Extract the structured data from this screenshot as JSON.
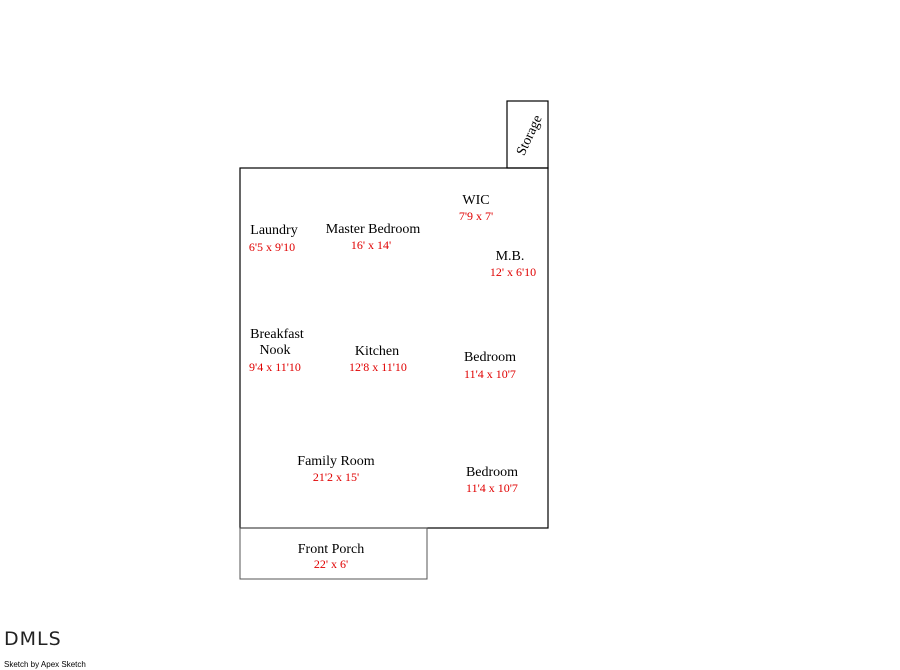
{
  "colors": {
    "wall": "#000000",
    "porch_wall": "#555555",
    "room_name": "#000000",
    "dimension": "#e00000"
  },
  "rooms": {
    "storage": {
      "name": "Storage"
    },
    "wic": {
      "name": "WIC",
      "dimensions": "7'9 x 7'"
    },
    "laundry": {
      "name": "Laundry",
      "dimensions": "6'5 x 9'10"
    },
    "master_bedroom": {
      "name": "Master Bedroom",
      "dimensions": "16' x 14'"
    },
    "master_bath": {
      "name": "M.B.",
      "dimensions": "12' x 6'10"
    },
    "breakfast_nook": {
      "name_line1": "Breakfast",
      "name_line2": "Nook",
      "dimensions": "9'4 x 11'10"
    },
    "kitchen": {
      "name": "Kitchen",
      "dimensions": "12'8 x 11'10"
    },
    "bedroom_2": {
      "name": "Bedroom",
      "dimensions": "11'4 x 10'7"
    },
    "family_room": {
      "name": "Family Room",
      "dimensions": "21'2 x 15'"
    },
    "bedroom_3": {
      "name": "Bedroom",
      "dimensions": "11'4 x 10'7"
    },
    "front_porch": {
      "name": "Front Porch",
      "dimensions": "22' x 6'"
    }
  },
  "footer": {
    "logo_text": "DMLS",
    "credit": "Sketch by Apex Sketch"
  }
}
